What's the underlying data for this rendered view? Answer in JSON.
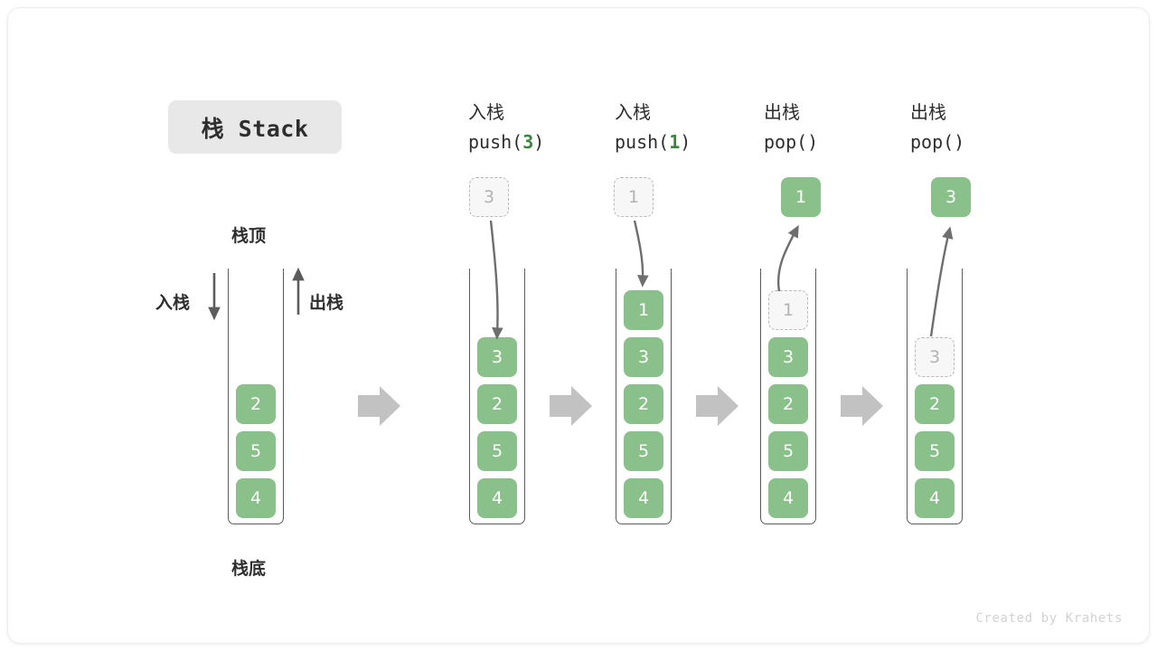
{
  "figure": {
    "title": "栈 Stack",
    "watermark": "Created by Krahets",
    "colors": {
      "element": "#8ac08a",
      "element_text": "#ffffff",
      "ghost_fill": "#f7f7f7",
      "ghost_border": "#b9b9b9",
      "ghost_text": "#b3b3b3",
      "container_stroke": "#5c5c5c",
      "arrow_gray": "#c2c2c2",
      "curve_stroke": "#6e6e6e",
      "accent_number": "#3a843f",
      "chip_bg": "#e8e8e8"
    }
  },
  "legend": {
    "top_label": "栈顶",
    "bottom_label": "栈底",
    "push_label": "入栈",
    "pop_label": "出栈"
  },
  "steps": [
    {
      "id": "initial",
      "caption_cn": "",
      "caption_code": "",
      "stack": [
        "2",
        "5",
        "4"
      ],
      "ghost_top": null,
      "float_box": null
    },
    {
      "id": "push-3",
      "caption_cn": "入栈",
      "caption_code_prefix": "push(",
      "caption_code_num": "3",
      "caption_code_suffix": ")",
      "stack": [
        "3",
        "2",
        "5",
        "4"
      ],
      "float_box": {
        "value": "3",
        "style": "ghost"
      }
    },
    {
      "id": "push-1",
      "caption_cn": "入栈",
      "caption_code_prefix": "push(",
      "caption_code_num": "1",
      "caption_code_suffix": ")",
      "stack": [
        "1",
        "3",
        "2",
        "5",
        "4"
      ],
      "float_box": {
        "value": "1",
        "style": "ghost"
      }
    },
    {
      "id": "pop-1",
      "caption_cn": "出栈",
      "caption_code_prefix": "pop(",
      "caption_code_num": "",
      "caption_code_suffix": ")",
      "stack_ghost_top": "1",
      "stack": [
        "3",
        "2",
        "5",
        "4"
      ],
      "float_box": {
        "value": "1",
        "style": "filled"
      }
    },
    {
      "id": "pop-3",
      "caption_cn": "出栈",
      "caption_code_prefix": "pop(",
      "caption_code_num": "",
      "caption_code_suffix": ")",
      "stack_ghost_top": "3",
      "stack": [
        "2",
        "5",
        "4"
      ],
      "float_box": {
        "value": "3",
        "style": "filled"
      }
    }
  ],
  "transition_arrows": 4
}
